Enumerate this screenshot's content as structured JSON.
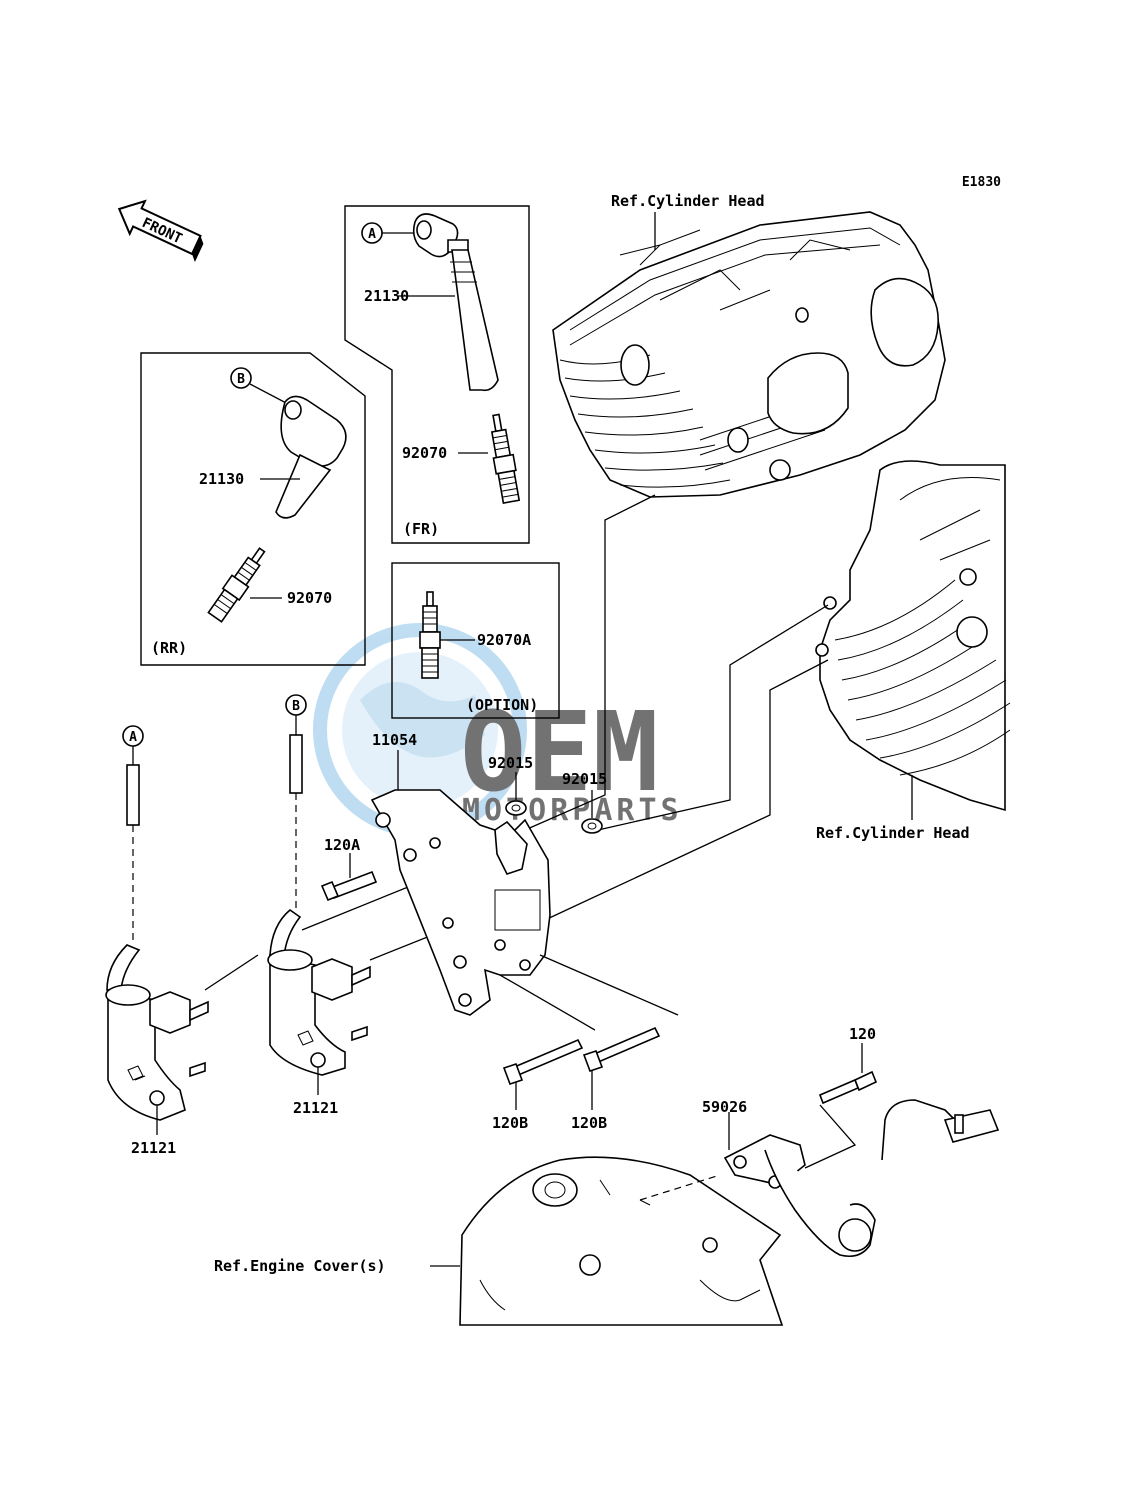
{
  "diagram_code": "E1830",
  "front_arrow": "FRONT",
  "watermark": {
    "line1": "OEM",
    "line2": "MOTORPARTS",
    "color": "#5ba6d8",
    "gray": "#7a7a7a"
  },
  "references": {
    "cylinder_head_top": "Ref.Cylinder Head",
    "cylinder_head_right": "Ref.Cylinder Head",
    "engine_cover": "Ref.Engine Cover(s)"
  },
  "groups": {
    "fr": "(FR)",
    "rr": "(RR)",
    "option": "(OPTION)"
  },
  "connectors": {
    "a": "A",
    "b": "B"
  },
  "parts": {
    "cap_fr": "21130",
    "plug_fr": "92070",
    "cap_rr": "21130",
    "plug_rr": "92070",
    "plug_option": "92070A",
    "bracket": "11054",
    "collar_1": "92015",
    "collar_2": "92015",
    "bolt_120a": "120A",
    "coil_left": "21121",
    "coil_middle": "21121",
    "bolt_120b_1": "120B",
    "bolt_120b_2": "120B",
    "bolt_120": "120",
    "sensor": "59026"
  }
}
